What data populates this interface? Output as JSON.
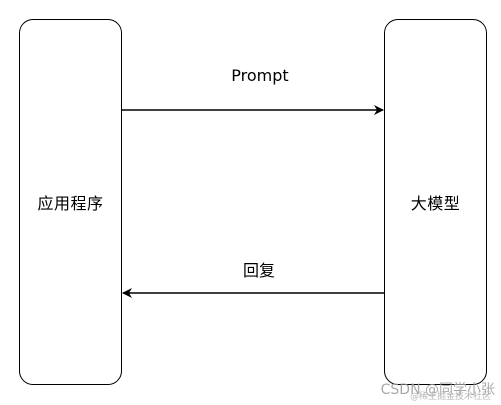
{
  "nodes": {
    "application": {
      "label": "应用程序"
    },
    "llm": {
      "label": "大模型"
    }
  },
  "edges": {
    "request": {
      "label": "Prompt",
      "from": "application",
      "to": "llm"
    },
    "response": {
      "label": "回复",
      "from": "llm",
      "to": "application"
    }
  },
  "watermark": {
    "text": "CSDN @同学小张",
    "subtext": "@稀土掘金技术社区"
  },
  "colors": {
    "stroke": "#000000",
    "background": "#ffffff",
    "watermark": "#9a9a9a"
  }
}
